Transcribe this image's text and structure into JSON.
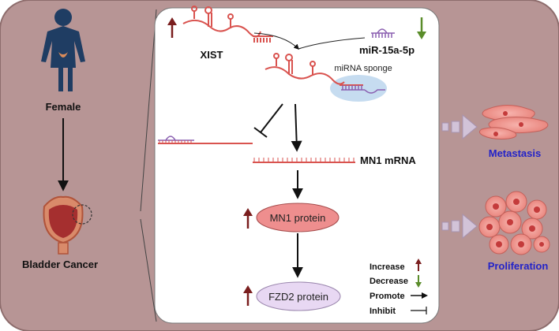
{
  "left": {
    "female_label": "Female",
    "bladder_label": "Bladder Cancer"
  },
  "center": {
    "xist_label": "XIST",
    "mirna_label": "miR-15a-5p",
    "sponge_label": "miRNA sponge",
    "mn1_mrna_label": "MN1 mRNA",
    "mn1_protein_label": "MN1 protein",
    "fzd2_protein_label": "FZD2 protein"
  },
  "legend": {
    "increase": "Increase",
    "decrease": "Decrease",
    "promote": "Promote",
    "inhibit": "Inhibit"
  },
  "right": {
    "metastasis_label": "Metastasis",
    "proliferation_label": "Proliferation"
  },
  "colors": {
    "outer_bg": "#b79595",
    "panel_bg": "#ffffff",
    "rna_red": "#d9534f",
    "mirna_purple": "#8a5fb0",
    "up_arrow": "#7a1e1e",
    "down_arrow": "#5a8c2a",
    "mn1_ellipse": "#ee8e8e",
    "fzd2_ellipse": "#e8d8f3",
    "sponge_blue": "#c6dcf0",
    "outcome_blue": "#2323c8"
  }
}
